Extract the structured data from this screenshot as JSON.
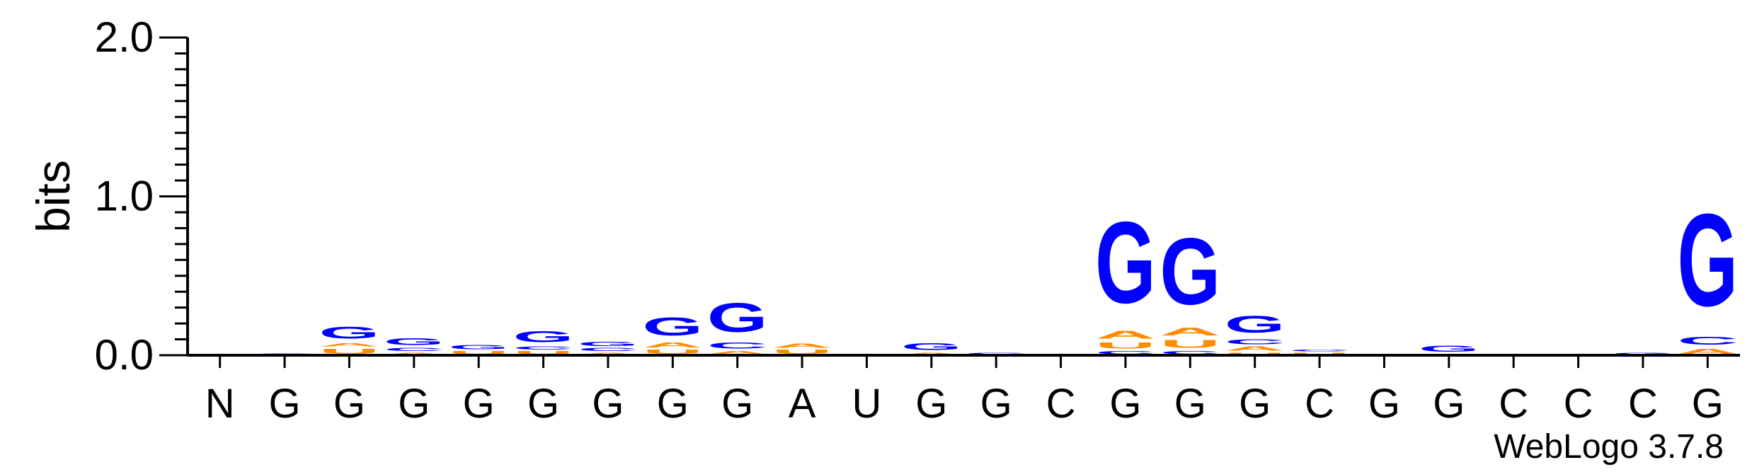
{
  "chart_data": {
    "type": "sequence-logo",
    "ylabel": "bits",
    "ylim": [
      0,
      2.0
    ],
    "yticks": [
      "0.0",
      "1.0",
      "2.0"
    ],
    "colors": {
      "G": "#0000ff",
      "C": "#0000ff",
      "A": "#ff8c00",
      "U": "#ff8c00"
    },
    "positions": [
      {
        "label": "N",
        "stack": []
      },
      {
        "label": "G",
        "stack": [
          {
            "letter": "G",
            "bits": 0.015
          }
        ]
      },
      {
        "label": "G",
        "stack": [
          {
            "letter": "U",
            "bits": 0.05
          },
          {
            "letter": "A",
            "bits": 0.03
          },
          {
            "letter": "G",
            "bits": 0.12
          }
        ]
      },
      {
        "label": "G",
        "stack": [
          {
            "letter": "A",
            "bits": 0.02
          },
          {
            "letter": "C",
            "bits": 0.03
          },
          {
            "letter": "G",
            "bits": 0.07
          }
        ]
      },
      {
        "label": "G",
        "stack": [
          {
            "letter": "U",
            "bits": 0.03
          },
          {
            "letter": "G",
            "bits": 0.04
          }
        ]
      },
      {
        "label": "G",
        "stack": [
          {
            "letter": "U",
            "bits": 0.03
          },
          {
            "letter": "C",
            "bits": 0.03
          },
          {
            "letter": "G",
            "bits": 0.11
          }
        ]
      },
      {
        "label": "G",
        "stack": [
          {
            "letter": "A",
            "bits": 0.02
          },
          {
            "letter": "C",
            "bits": 0.03
          },
          {
            "letter": "G",
            "bits": 0.04
          }
        ]
      },
      {
        "label": "G",
        "stack": [
          {
            "letter": "U",
            "bits": 0.04
          },
          {
            "letter": "A",
            "bits": 0.05
          },
          {
            "letter": "G",
            "bits": 0.18
          }
        ]
      },
      {
        "label": "G",
        "stack": [
          {
            "letter": "A",
            "bits": 0.03
          },
          {
            "letter": "C",
            "bits": 0.06
          },
          {
            "letter": "G",
            "bits": 0.29
          }
        ]
      },
      {
        "label": "A",
        "stack": [
          {
            "letter": "U",
            "bits": 0.04
          },
          {
            "letter": "A",
            "bits": 0.04
          }
        ]
      },
      {
        "label": "U",
        "stack": []
      },
      {
        "label": "G",
        "stack": [
          {
            "letter": "A",
            "bits": 0.02
          },
          {
            "letter": "G",
            "bits": 0.07
          }
        ]
      },
      {
        "label": "G",
        "stack": [
          {
            "letter": "C",
            "bits": 0.02
          }
        ]
      },
      {
        "label": "C",
        "stack": []
      },
      {
        "label": "G",
        "stack": [
          {
            "letter": "C",
            "bits": 0.03
          },
          {
            "letter": "U",
            "bits": 0.06
          },
          {
            "letter": "A",
            "bits": 0.08
          },
          {
            "letter": "G",
            "bits": 0.82
          }
        ]
      },
      {
        "label": "G",
        "stack": [
          {
            "letter": "C",
            "bits": 0.03
          },
          {
            "letter": "U",
            "bits": 0.08
          },
          {
            "letter": "A",
            "bits": 0.08
          },
          {
            "letter": "G",
            "bits": 0.67
          }
        ]
      },
      {
        "label": "G",
        "stack": [
          {
            "letter": "U",
            "bits": 0.02
          },
          {
            "letter": "A",
            "bits": 0.04
          },
          {
            "letter": "C",
            "bits": 0.05
          },
          {
            "letter": "G",
            "bits": 0.17
          }
        ]
      },
      {
        "label": "C",
        "stack": [
          {
            "letter": "U",
            "bits": 0.02
          },
          {
            "letter": "C",
            "bits": 0.02
          }
        ]
      },
      {
        "label": "G",
        "stack": [
          {
            "letter": "A",
            "bits": 0.01
          }
        ]
      },
      {
        "label": "G",
        "stack": [
          {
            "letter": "C",
            "bits": 0.01
          },
          {
            "letter": "G",
            "bits": 0.06
          }
        ]
      },
      {
        "label": "C",
        "stack": []
      },
      {
        "label": "C",
        "stack": []
      },
      {
        "label": "C",
        "stack": [
          {
            "letter": "G",
            "bits": 0.02
          }
        ]
      },
      {
        "label": "G",
        "stack": [
          {
            "letter": "A",
            "bits": 0.05
          },
          {
            "letter": "C",
            "bits": 0.08
          },
          {
            "letter": "G",
            "bits": 0.93
          }
        ]
      }
    ]
  },
  "credit": "WebLogo 3.7.8"
}
